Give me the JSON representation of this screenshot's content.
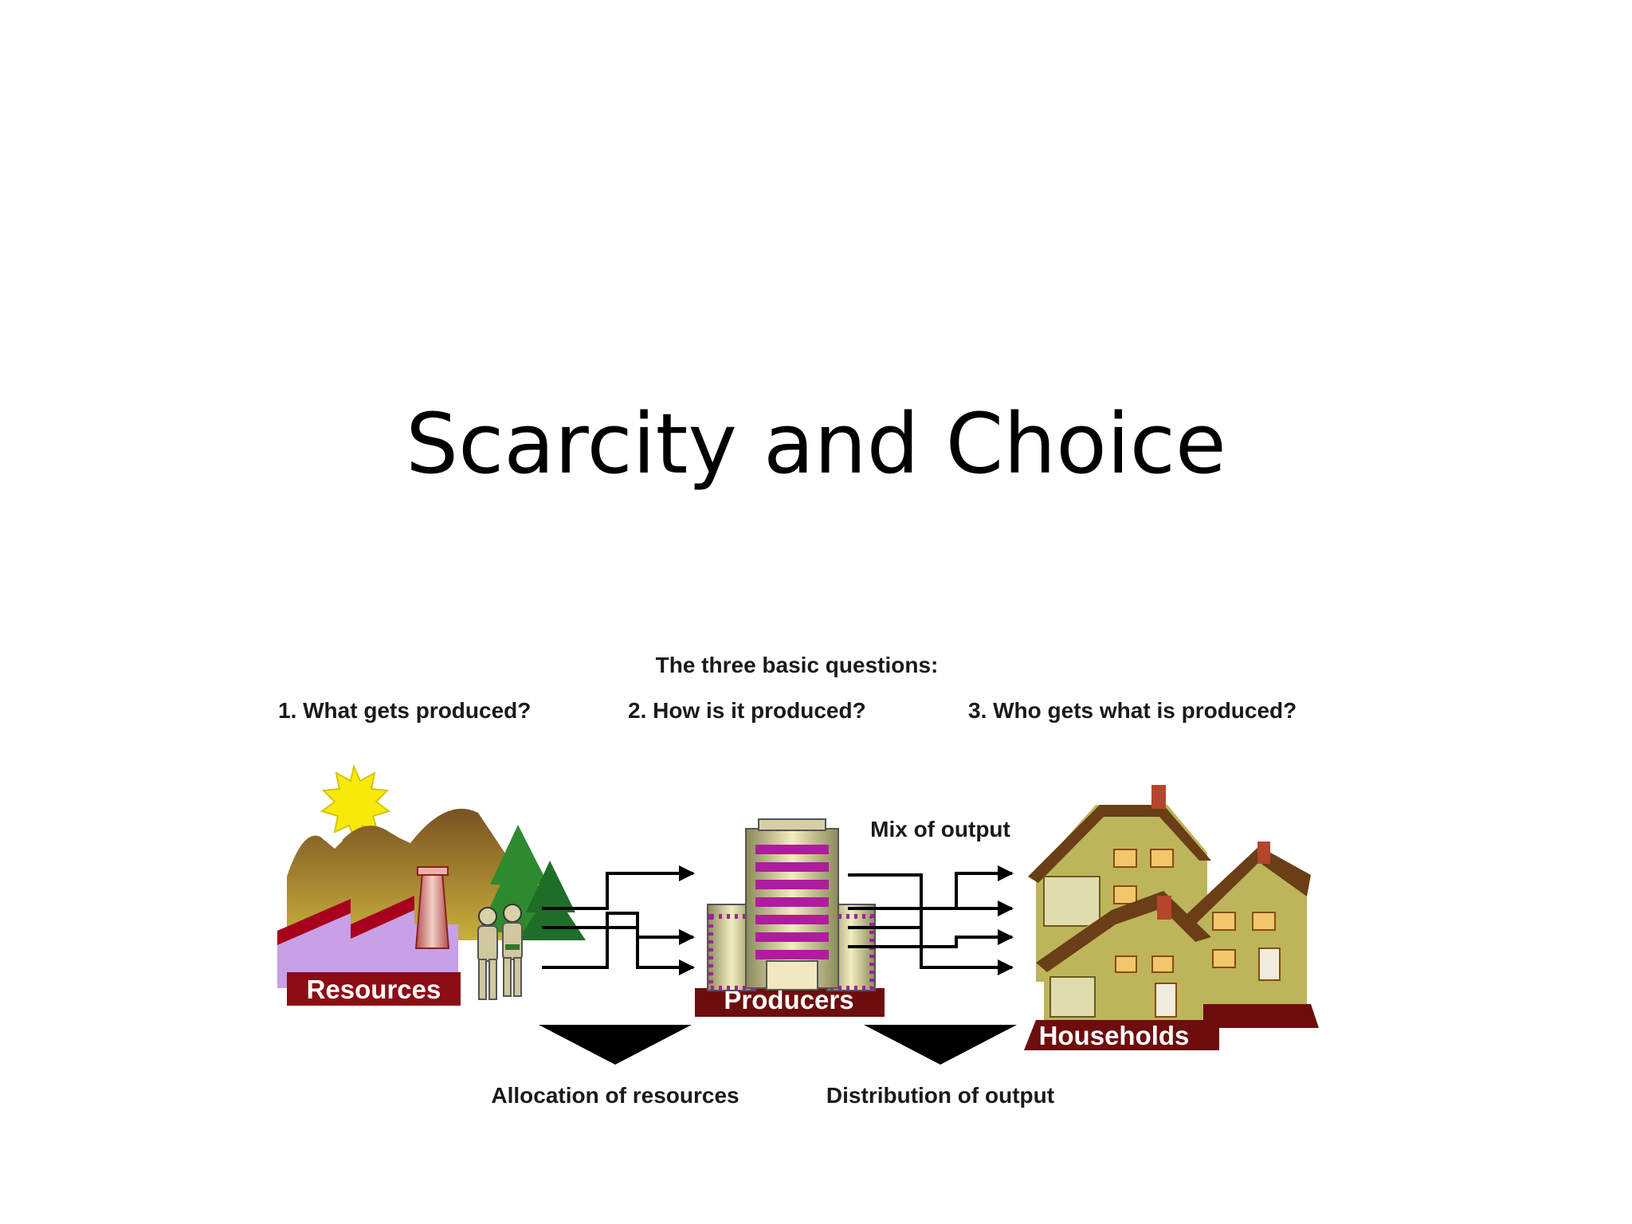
{
  "slide": {
    "title": "Scarcity and Choice"
  },
  "diagram": {
    "heading": "The three basic questions:",
    "questions": [
      "1. What gets produced?",
      "2. How is it produced?",
      "3. Who gets what is produced?"
    ],
    "nodes": {
      "resources": "Resources",
      "producers": "Producers",
      "households": "Households"
    },
    "flows": {
      "mix_of_output": "Mix of output",
      "allocation": "Allocation of resources",
      "distribution": "Distribution of output"
    }
  }
}
